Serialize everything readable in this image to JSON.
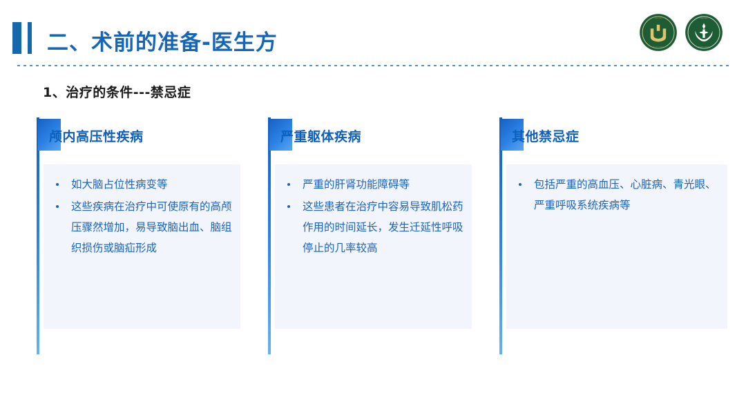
{
  "header": {
    "title": "二、术前的准备-医生方",
    "accent_color": "#1565b8",
    "logos": [
      {
        "name": "hospital-logo-left",
        "ring_color": "#1d5c34",
        "emblem_color": "#e0c36a"
      },
      {
        "name": "hospital-logo-right",
        "ring_color": "#1d5c34",
        "emblem_color": "#ffffff"
      }
    ]
  },
  "subtitle": "1、治疗的条件---禁忌症",
  "columns": [
    {
      "heading": "颅内高压性疾病",
      "bullets": [
        "如大脑占位性病变等",
        "这些疾病在治疗中可使原有的高颅压骤然增加，易导致脑出血、脑组织损伤或脑疝形成"
      ]
    },
    {
      "heading": "严重躯体疾病",
      "bullets": [
        "严重的肝肾功能障碍等",
        "这些患者在治疗中容易导致肌松药作用的时间延长，发生迁延性呼吸停止的几率较高"
      ]
    },
    {
      "heading": "其他禁忌症",
      "bullets": [
        "包括严重的高血压、心脏病、青光眼、严重呼吸系统疾病等"
      ]
    }
  ],
  "theme": {
    "title_blue": "#1565b8",
    "body_blue": "#1a63c2",
    "panel_bg": "#f2f5fb",
    "rule_blue": "#2f86e8",
    "dot_line": "#4a90c4",
    "logo_green": "#1d5c34"
  }
}
